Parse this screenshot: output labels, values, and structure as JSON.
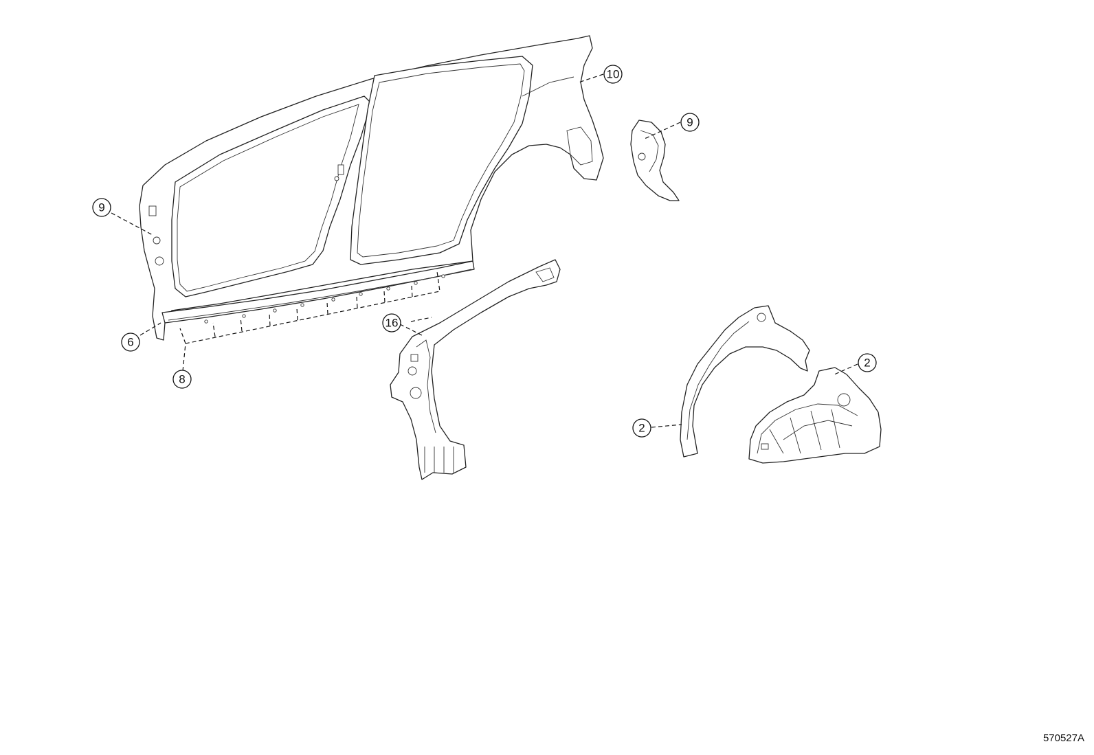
{
  "diagram": {
    "parts": [
      {
        "id": "body-side-outer-panel",
        "callouts": [
          "9",
          "6",
          "8",
          "10"
        ]
      },
      {
        "id": "rear-pillar-gusset",
        "callouts": [
          "9"
        ]
      },
      {
        "id": "center-pillar-reinforcement",
        "callouts": [
          "16"
        ]
      },
      {
        "id": "rear-wheelhouse-outer",
        "callouts": [
          "2"
        ]
      },
      {
        "id": "rear-wheelhouse-inner",
        "callouts": [
          "2"
        ]
      }
    ],
    "callouts": {
      "c1": "9",
      "c2": "6",
      "c3": "8",
      "c4": "10",
      "c5": "9",
      "c6": "16",
      "c7": "2",
      "c8": "2"
    }
  },
  "reference_code": "570527A"
}
